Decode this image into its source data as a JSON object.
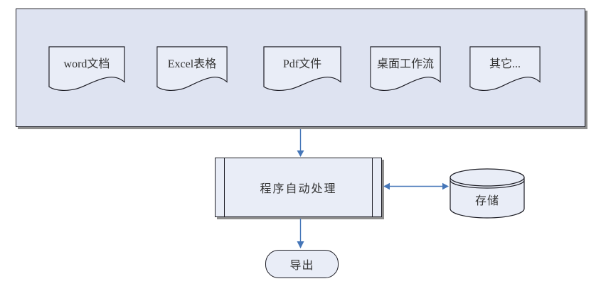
{
  "diagram": {
    "sources": [
      {
        "label": "word文档",
        "shape": "document"
      },
      {
        "label": "Excel表格",
        "shape": "document"
      },
      {
        "label": "Pdf文件",
        "shape": "document"
      },
      {
        "label": "桌面工作流",
        "shape": "document"
      },
      {
        "label": "其它...",
        "shape": "document"
      }
    ],
    "process": {
      "label": "程序自动处理",
      "shape": "predefined-process"
    },
    "storage": {
      "label": "存储",
      "shape": "database-cylinder"
    },
    "output": {
      "label": "导出",
      "shape": "terminator"
    },
    "connectors": [
      {
        "from": "sources-group",
        "to": "process",
        "direction": "down",
        "arrow": "single"
      },
      {
        "from": "process",
        "to": "storage",
        "direction": "horizontal",
        "arrow": "double"
      },
      {
        "from": "process",
        "to": "output",
        "direction": "down",
        "arrow": "single"
      }
    ],
    "colors": {
      "background": "#ffffff",
      "group_fill": "#dee3f1",
      "shape_fill": "#e9edf7",
      "border": "#1c1c24",
      "shadow": "#8e8e8e",
      "arrow": "#4576b8",
      "text": "#333333"
    }
  }
}
